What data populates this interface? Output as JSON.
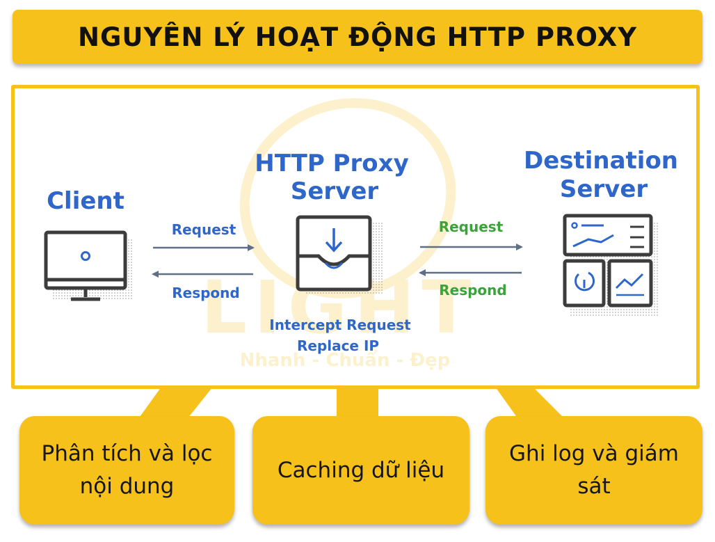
{
  "title": "NGUYÊN LÝ HOẠT ĐỘNG HTTP PROXY",
  "diagram": {
    "client": {
      "label": "Client"
    },
    "proxy": {
      "label_line1": "HTTP Proxy",
      "label_line2": "Server"
    },
    "destination": {
      "label_line1": "Destination",
      "label_line2": "Server"
    },
    "left_arrows": {
      "request": "Request",
      "respond": "Respond"
    },
    "right_arrows": {
      "request": "Request",
      "respond": "Respond"
    },
    "proxy_note": {
      "line1": "Intercept Request",
      "line2": "Replace IP"
    },
    "watermark": {
      "text": "LIGHT",
      "tagline": "Nhanh - Chuẩn - Đẹp"
    }
  },
  "callouts": [
    {
      "text": "Phân tích và lọc nội dung"
    },
    {
      "text": "Caching dữ liệu"
    },
    {
      "text": "Ghi log và giám sát"
    }
  ],
  "colors": {
    "accent_yellow": "#f6c11a",
    "node_blue": "#2e66c9",
    "request_green": "#3aa33a",
    "icon_gray": "#3c3c3c"
  }
}
